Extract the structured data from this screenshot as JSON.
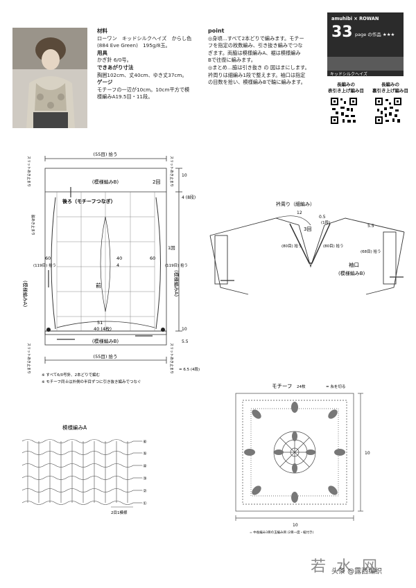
{
  "materials": {
    "heading": "材料",
    "yarn": "ローワン　キッドシルクヘイズ　からし色",
    "yarn2": "(884 Eve Green)　195g/8玉。",
    "tools_heading": "用具",
    "tools": "かぎ針 6/0号。",
    "size_heading": "できあがり寸法",
    "size": "胸囲102cm、丈40cm、ゆき丈37cm。",
    "gauge_heading": "ゲージ",
    "gauge1": "モチーフの一辺が10cm。10cm平方で模",
    "gauge2": "様編みA19.5目・11段。"
  },
  "point": {
    "heading": "point",
    "lines": [
      "◎身頃…すべて2本どりで編みます。モチー",
      "フを指定の枚数編み、引き抜き編みでつな",
      "ぎます。両脇は模様編みA、裾は模様編み",
      "Bで往復に編みます。",
      "◎まとめ…脇は引き抜き の 図はまにします。",
      "衿周りは細編み1段で整えます。袖口は指定",
      "の目数を拾い、模様編みBで輪に編みます。"
    ]
  },
  "badge": {
    "title": "amuhibi × ROWAN",
    "number": "33",
    "page_label": "page の作品 ★★★",
    "caption": "キッドシルクヘイズ"
  },
  "qr": [
    {
      "line1": "長編みの",
      "line2": "表引き上げ編み目"
    },
    {
      "line1": "長編みの",
      "line2": "裏引き上げ編み目"
    }
  ],
  "body_diagram": {
    "top_width": "(55目) 拾う",
    "bottom_width": "(55目) 拾う",
    "top_pattern": "(模様編みB)",
    "top_rows": "2回",
    "back_label": "後ろ（モチーフつなぎ）",
    "front_label": "前",
    "bottom_pattern": "(模様編みB)",
    "side_left": "(模様編みA)",
    "side_right": "(模様編みA)",
    "dim_10": "10",
    "dim_4": "4 (8段)",
    "dim_40": "40",
    "dim_4b": "4",
    "dim_60": "60",
    "pickup_119": "(119目) 拾う",
    "dim_1_times": "1回",
    "dim_51": "51",
    "dim_40_4": "40 (4枚)",
    "dim_55": "5.5",
    "dim_10b": "10",
    "slit_tl": "スリットあき止まり",
    "slit_bl": "スリットあき止まり",
    "slit_tr": "スリットあき止まり",
    "slit_br": "スリットあき止まり",
    "waki": "脇あき止まり",
    "note1": "※ すべて6/0号針、2本どりで編む",
    "note2": "※ モチーフ同士は外側の半目ずつに引き抜き編みでつなぐ",
    "legend": "= 6.5 (4段)"
  },
  "collar": {
    "title": "衿周り（細編み）",
    "dim_12": "12",
    "dim_05": "0.5",
    "rows": "(1段)",
    "times": "3回",
    "pickup_l": "(80目) 拾う",
    "pickup_r": "(80目) 拾う",
    "cuff": "袖口",
    "cuff_pattern": "(模様編みB)",
    "cuff_dim": "5.5",
    "cuff_pick": "(68目) 拾う"
  },
  "motif": {
    "title": "モチーフ",
    "count": "24枚",
    "legend": "= 糸を切る",
    "side": "10",
    "bottom": "10",
    "note": "= 中長編み3目の玉編み目 (2目一度・紐付き)"
  },
  "patternA": {
    "title": "模様編みA",
    "rows": [
      "⑥",
      "⑤",
      "④",
      "③",
      "②",
      "①"
    ],
    "repeat": "2目1模様"
  },
  "watermark": {
    "main": "若 水 网",
    "sub": "头条 @露西编织"
  }
}
